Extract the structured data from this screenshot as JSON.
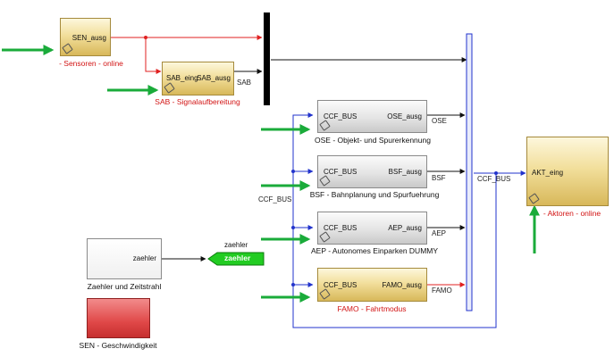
{
  "blocks": {
    "sen_ausg": {
      "port_out": "SEN_ausg",
      "caption": "- Sensoren - online"
    },
    "sab": {
      "port_in": "SAB_eing",
      "port_out": "SAB_ausg",
      "caption": "SAB - Signalaufbereitung"
    },
    "ose": {
      "port_in": "CCF_BUS",
      "port_out": "OSE_ausg",
      "caption": "OSE - Objekt- und Spurerkennung"
    },
    "bsf": {
      "port_in": "CCF_BUS",
      "port_out": "BSF_ausg",
      "caption": "BSF - Bahnplanung und Spurfuehrung"
    },
    "aep": {
      "port_in": "CCF_BUS",
      "port_out": "AEP_ausg",
      "caption": "AEP - Autonomes Einparken DUMMY"
    },
    "famo": {
      "port_in": "CCF_BUS",
      "port_out": "FAMO_ausg",
      "caption": "FAMO  - Fahrtmodus"
    },
    "akt": {
      "port_in": "AKT_eing",
      "caption": "- Aktoren - online"
    },
    "zaehler": {
      "port_out": "zaehler",
      "caption": "Zaehler und Zeitstrahl"
    },
    "sen_speed": {
      "caption": "SEN - Geschwindigkeit"
    }
  },
  "signals": {
    "sab": "SAB",
    "ose": "OSE",
    "bsf": "BSF",
    "aep": "AEP",
    "famo": "FAMO",
    "ccf_bus_left": "CCF_BUS",
    "ccf_bus_right": "CCF_BUS",
    "goto_tag": "zaehler",
    "goto_name": "zaehler"
  },
  "colors": {
    "red_line": "#e02020",
    "blue_line": "#2233cc",
    "black_line": "#111111",
    "green_arrow": "#1aab3a",
    "goto_fill": "#22cc22"
  }
}
